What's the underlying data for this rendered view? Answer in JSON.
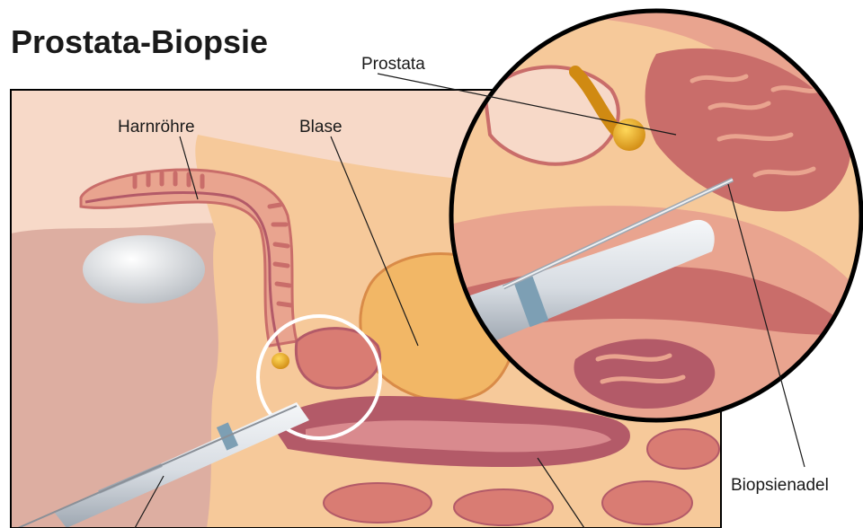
{
  "title": "Prostata-Biopsie",
  "labels": {
    "prostata": "Prostata",
    "harnroehre": "Harnröhre",
    "blase": "Blase",
    "biopsienadel": "Biopsienadel"
  },
  "colors": {
    "panel_bg": "#f7d9c8",
    "tissue_light": "#f6c99a",
    "tissue_pink": "#e9a48f",
    "tissue_dark": "#c96d6a",
    "rectum": "#b35a68",
    "gland": "#e4a01f",
    "probe": "#dfe3e8",
    "outline": "#000000"
  }
}
